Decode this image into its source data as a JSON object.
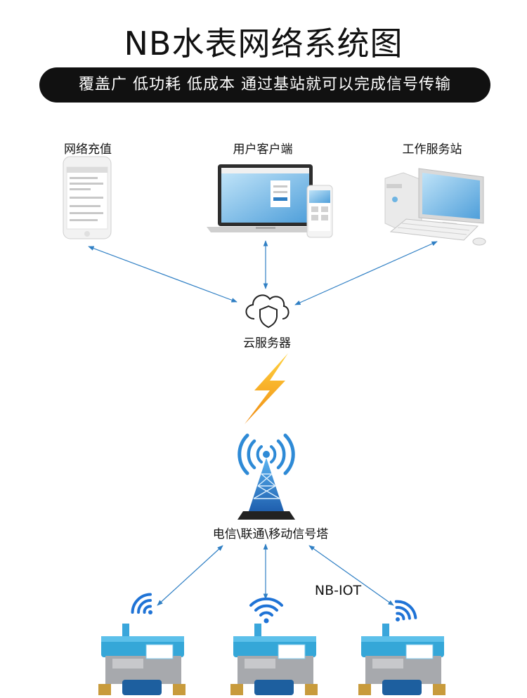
{
  "title": "NB水表网络系统图",
  "subtitle": "覆盖广 低功耗 低成本 通过基站就可以完成信号传输",
  "nodes": {
    "recharge": "网络充值",
    "client": "用户客户端",
    "workstation": "工作服务站",
    "cloud": "云服务器",
    "tower": "电信\\联通\\移动信号塔"
  },
  "protocol": "NB-IOT",
  "colors": {
    "arrow": "#2f7fc4",
    "bolt": "#f5b21a",
    "meter_blue": "#35a7d8",
    "tower_blue": "#2e8ad6"
  }
}
